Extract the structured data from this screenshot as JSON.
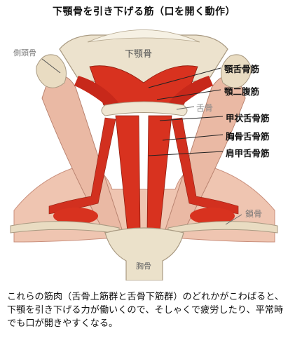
{
  "title": "下顎骨を引き下げる筋（口を開く動作）",
  "labels": {
    "mandible": "下顎骨",
    "temporal_bone": "側頭骨",
    "hyoid": "舌骨",
    "clavicle": "鎖骨",
    "sternum": "胸骨",
    "geniohyoid": "顎舌骨筋",
    "digastric": "顎二腹筋",
    "thyrohyoid": "甲状舌骨筋",
    "sternohyoid": "胸骨舌骨筋",
    "omohyoid": "肩甲舌骨筋"
  },
  "caption": "これらの筋肉（舌骨上筋群と舌骨下筋群）のどれかがこわばると、下顎を引き下げる力が働いくので、そしゃくで疲労したり、平常時でも口が開きやすくなる。",
  "colors": {
    "muscle_red": "#d9301f",
    "muscle_pink": "#e9b7a3",
    "bone": "#e8dcc3",
    "leader": "#222222"
  }
}
